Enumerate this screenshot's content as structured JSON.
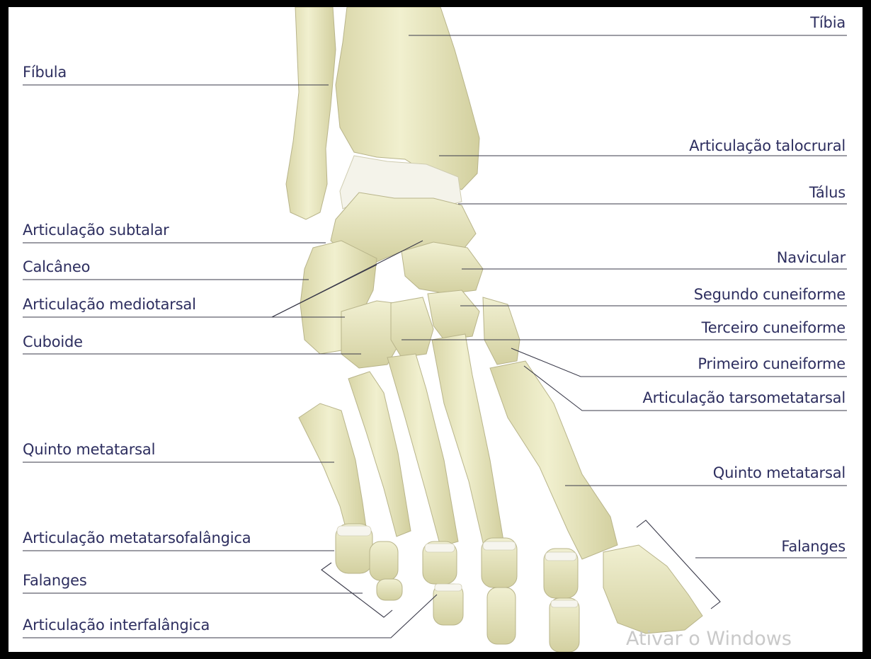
{
  "labels": {
    "tibia": "Tíbia",
    "fibula": "Fíbula",
    "talocrural": "Articulação talocrural",
    "talus": "Tálus",
    "subtalar": "Articulação subtalar",
    "calcaneo": "Calcâneo",
    "navicular": "Navicular",
    "segundo_cuneiforme": "Segundo cuneiforme",
    "mediotarsal": "Articulação mediotarsal",
    "terceiro_cuneiforme": "Terceiro cuneiforme",
    "cuboide": "Cuboide",
    "primeiro_cuneiforme": "Primeiro cuneiforme",
    "tarsometatarsal": "Articulação tarsometatarsal",
    "quinto_metatarsal_left": "Quinto metatarsal",
    "quinto_metatarsal_right": "Quinto metatarsal",
    "metatarsofalangica": "Articulação metatarsofalângica",
    "falanges_right": "Falanges",
    "falanges_left": "Falanges",
    "interfalangica": "Articulação interfalângica"
  },
  "watermark": "Ativar o Windows",
  "colors": {
    "bone": "#ecebc3",
    "bone_shadow": "#bdb98d",
    "cartilage": "#f3f2ea",
    "label_text": "#2d2e5f",
    "leader_line": "#3a3a4a",
    "frame": "#000000"
  }
}
